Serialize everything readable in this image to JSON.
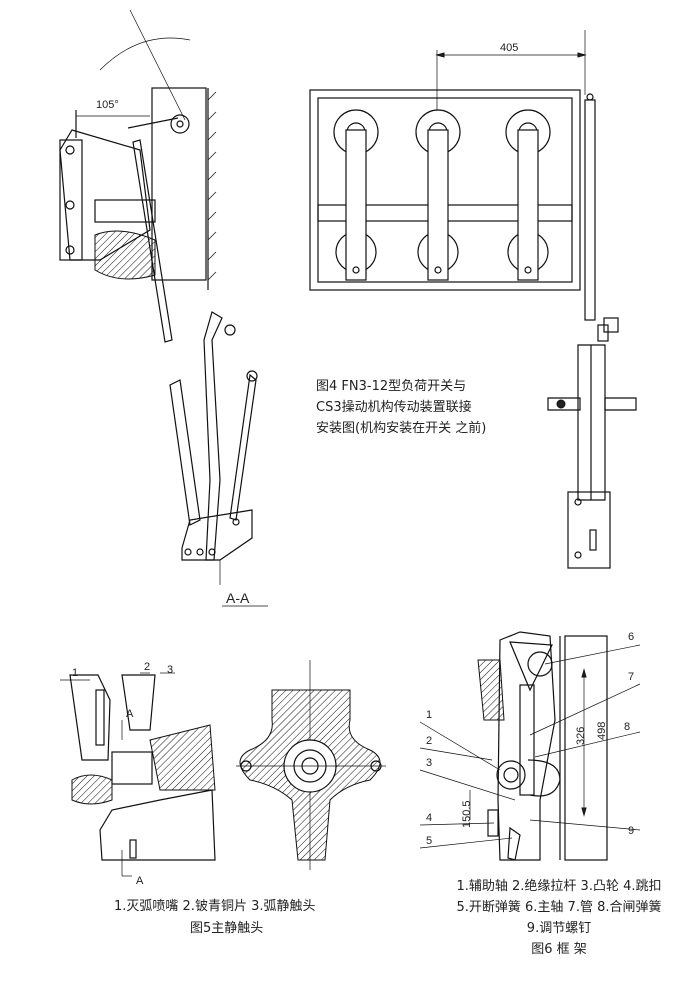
{
  "figure4": {
    "caption_lines": [
      "图4  FN3-12型负荷开关与",
      "CS3操动机构传动装置联接",
      "安装图(机构安装在开关 之前)"
    ],
    "dimension_405": "405",
    "angle_label": "105°",
    "section_label": "A-A"
  },
  "figure5": {
    "part_labels": [
      "1",
      "2",
      "3"
    ],
    "section_marks": [
      "A",
      "A"
    ],
    "legend": "1.灭弧喷嘴  2.铍青铜片  3.弧静触头",
    "title": "图5主静触头"
  },
  "figure6": {
    "part_labels": [
      "1",
      "2",
      "3",
      "4",
      "5",
      "6",
      "7",
      "8",
      "9"
    ],
    "dimensions": [
      "326",
      "498",
      "150.5"
    ],
    "legend_lines": [
      "1.辅助轴 2.绝缘拉杆 3.凸轮 4.跳扣",
      "5.开断弹簧 6.主轴  7.管  8.合闸弹簧",
      "9.调节螺钉"
    ],
    "title": "图6 框 架"
  }
}
